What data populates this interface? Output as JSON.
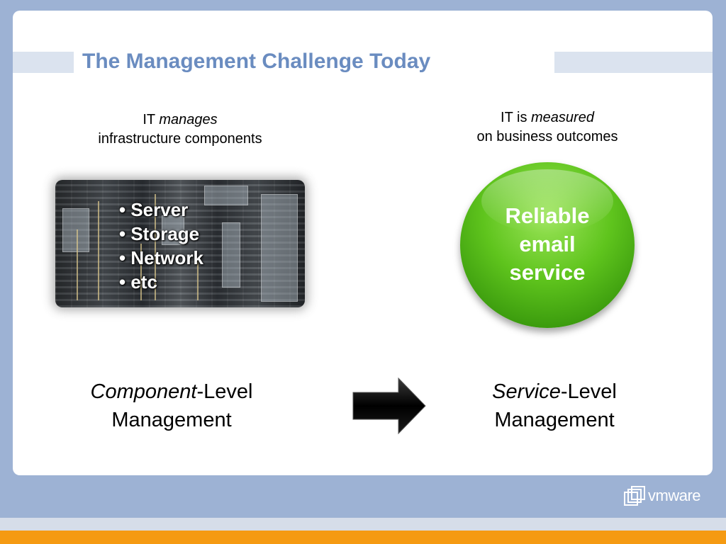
{
  "slide": {
    "title": "The Management Challenge Today"
  },
  "left": {
    "caption_pre": "IT ",
    "caption_italic": "manages",
    "caption_line2": "infrastructure components",
    "components": [
      "Server",
      "Storage",
      "Network",
      "etc"
    ],
    "level_italic": "Component",
    "level_rest": "-Level",
    "level_line2": "Management"
  },
  "right": {
    "caption_pre": "IT is ",
    "caption_italic": "measured",
    "caption_line2": "on business outcomes",
    "circle_line1": "Reliable",
    "circle_line2": "email",
    "circle_line3": "service",
    "level_italic": "Service",
    "level_rest": "-Level",
    "level_line2": "Management"
  },
  "arrow": {
    "icon": "right-arrow-icon"
  },
  "logo": {
    "text": "vmware",
    "icon": "vmware-logo-icon"
  },
  "colors": {
    "background": "#9db2d4",
    "title": "#6a8cc0",
    "green": "#5fc41d",
    "orange": "#f59a12"
  }
}
